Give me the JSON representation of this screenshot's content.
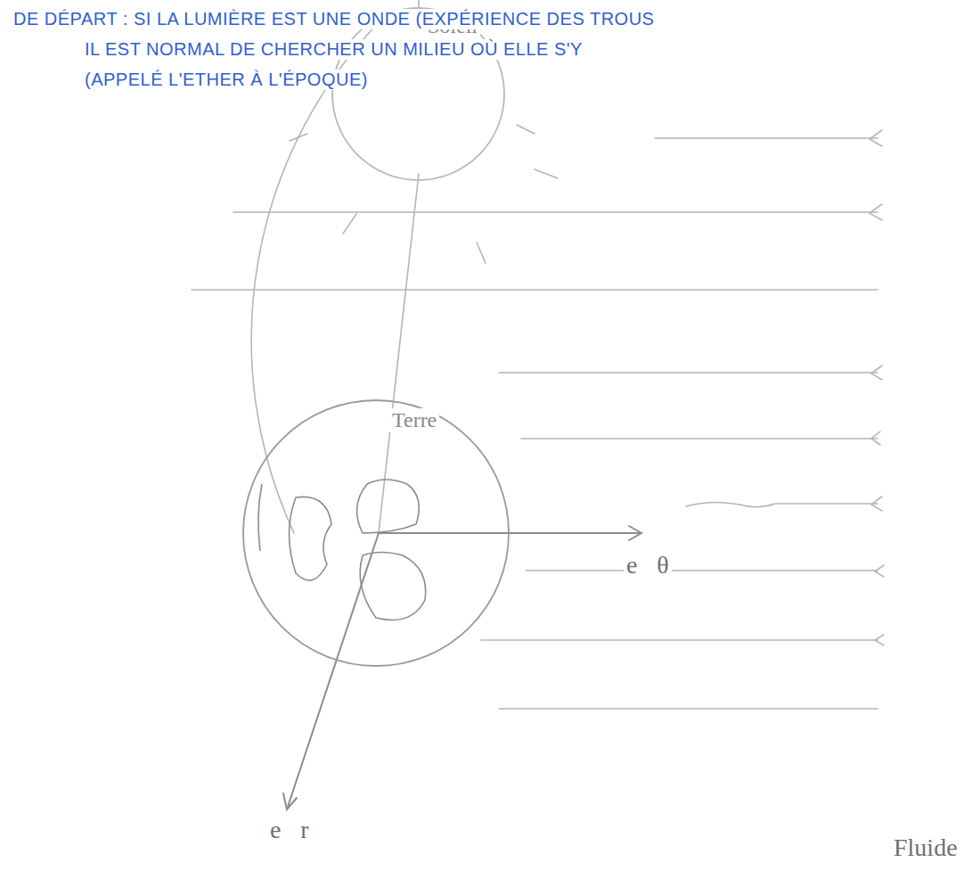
{
  "diagram": {
    "nodes": [
      {
        "text": [
          "Soleil"
        ]
      },
      {
        "text": [
          "Terre"
        ]
      }
    ],
    "labels": [
      "DE DÉPART : SI LA LUMIÈRE EST UNE ONDE (EXPÉRIENCE DES TROUS",
      "IL EST NORMAL DE CHERCHER UN MILIEU OÙ ELLE S'Y",
      "(APPELÉ L'ETHER À L'ÉPOQUE)",
      "e⃗θ",
      "e⃗r",
      "Fluide"
    ]
  }
}
